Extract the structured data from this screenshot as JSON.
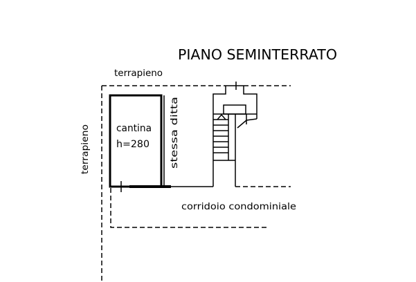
{
  "title": "PIANO SEMINTERRATO",
  "labels": {
    "top_terrain": "terrapieno",
    "left_terrain": "terrapieno",
    "room_name": "cantina",
    "room_height": "h=280",
    "adjacent": "stessa ditta",
    "corridor": "corridoio condominiale"
  },
  "colors": {
    "ink": "#000000",
    "background": "#ffffff"
  }
}
